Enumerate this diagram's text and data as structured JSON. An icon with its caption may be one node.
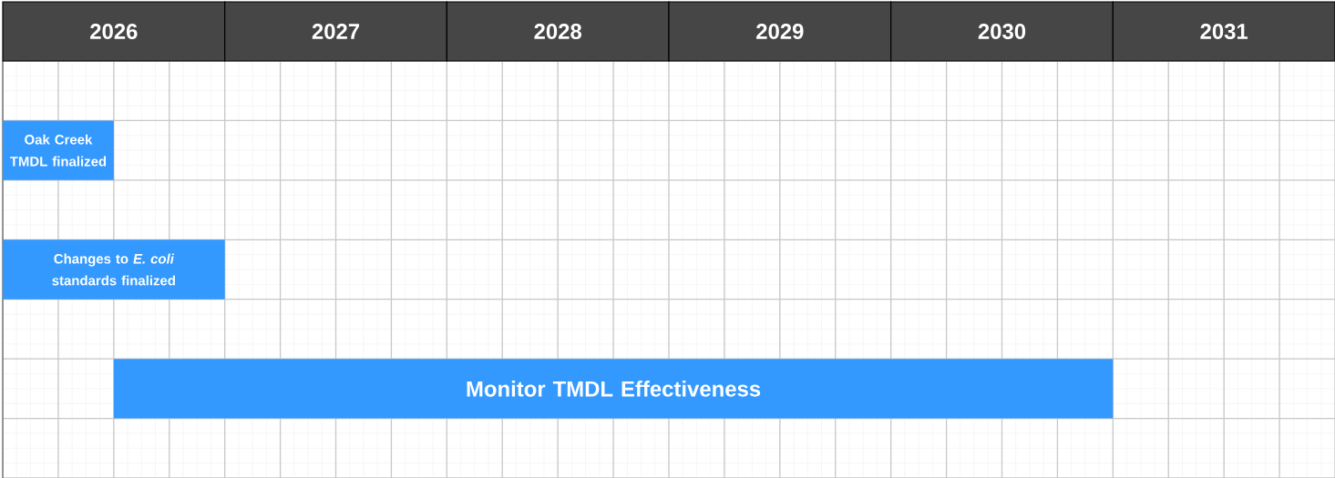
{
  "diagram": {
    "nodes": [
      {
        "text": [
          "2026"
        ]
      },
      {
        "text": [
          "2027"
        ]
      },
      {
        "text": [
          "2028"
        ]
      },
      {
        "text": [
          "2029"
        ]
      },
      {
        "text": [
          "2030"
        ]
      },
      {
        "text": [
          "2031"
        ]
      },
      {
        "text": [
          "Oak Creek TMDL finalized"
        ]
      },
      {
        "text": [
          "Changes to *E. coli* standards finalized"
        ]
      },
      {
        "text": [
          "Monitor TMDL Effectiveness"
        ]
      }
    ]
  }
}
